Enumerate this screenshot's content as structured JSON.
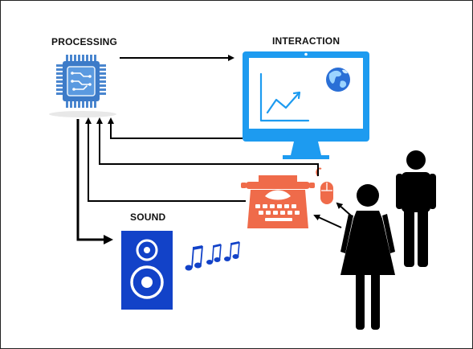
{
  "labels": {
    "processing": "PROCESSING",
    "interaction": "INTERACTION",
    "sound": "SOUND"
  },
  "icons": {
    "processor": "cpu-chip-icon",
    "monitor": "desktop-monitor-icon",
    "chart": "trend-chart-icon",
    "globe": "globe-icon",
    "speaker": "speaker-icon",
    "music": "music-notes-icon",
    "typewriter": "typewriter-icon",
    "mouse": "computer-mouse-icon",
    "woman": "woman-figure-icon",
    "man": "man-figure-icon"
  },
  "colors": {
    "chip": "#4a86cf",
    "monitor": "#1d9bf0",
    "speaker": "#1242c8",
    "notes": "#1242c8",
    "typewriter": "#ef6b4a",
    "people": "#000000",
    "arrows": "#000000"
  }
}
